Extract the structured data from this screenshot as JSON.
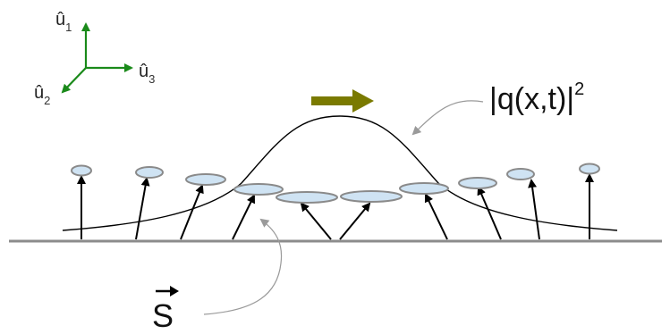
{
  "axes": {
    "u1": {
      "base": "û",
      "sub": "1"
    },
    "u2": {
      "base": "û",
      "sub": "2"
    },
    "u3": {
      "base": "û",
      "sub": "3"
    },
    "color": "#1a8a1a"
  },
  "wave_label": {
    "text": "|q(x,t)|",
    "sup": "2"
  },
  "spin_label": {
    "text": "S"
  },
  "colors": {
    "direction_arrow": "#7a7a00",
    "disc_fill": "#cfe3f3",
    "disc_stroke": "#8a8a8a",
    "ground": "#8c8c8c",
    "curve": "#000000",
    "leader": "#9a9a9a"
  },
  "icons": {
    "direction": "motion-direction-arrow",
    "spin": "vector-arrow"
  }
}
